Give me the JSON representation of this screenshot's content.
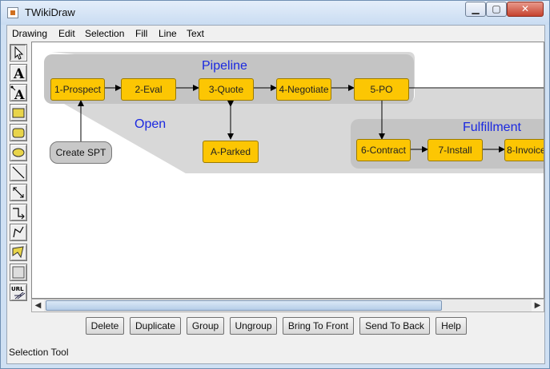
{
  "window": {
    "title": "TWikiDraw",
    "min_symbol": "▁",
    "max_symbol": "▢",
    "close_symbol": "✕"
  },
  "menu": [
    "Drawing",
    "Edit",
    "Selection",
    "Fill",
    "Line",
    "Text"
  ],
  "tools": [
    {
      "name": "selection-tool",
      "icon": "arrow-pointer-icon"
    },
    {
      "name": "text-tool",
      "icon": "text-icon",
      "glyph": "A"
    },
    {
      "name": "connected-text-tool",
      "icon": "connected-text-icon",
      "glyph": "A"
    },
    {
      "name": "rectangle-tool",
      "icon": "rectangle-icon"
    },
    {
      "name": "rounded-rectangle-tool",
      "icon": "rounded-rectangle-icon"
    },
    {
      "name": "ellipse-tool",
      "icon": "ellipse-icon"
    },
    {
      "name": "line-tool",
      "icon": "line-icon"
    },
    {
      "name": "connection-tool",
      "icon": "connection-icon"
    },
    {
      "name": "elbow-connection-tool",
      "icon": "elbow-connection-icon"
    },
    {
      "name": "polyline-tool",
      "icon": "polyline-icon"
    },
    {
      "name": "polygon-tool",
      "icon": "polygon-icon"
    },
    {
      "name": "image-tool",
      "icon": "image-icon"
    },
    {
      "name": "url-tool",
      "icon": "url-icon",
      "glyph": "URL"
    }
  ],
  "diagram": {
    "groups": {
      "pipeline": "Pipeline",
      "open": "Open",
      "fulfillment": "Fulfillment"
    },
    "nodes": {
      "prospect": "1-Prospect",
      "eval": "2-Eval",
      "quote": "3-Quote",
      "negotiate": "4-Negotiate",
      "po": "5-PO",
      "parked": "A-Parked",
      "create_spt": "Create SPT",
      "contract": "6-Contract",
      "install": "7-Install",
      "invoice": "8-Invoice"
    }
  },
  "buttons": {
    "delete": "Delete",
    "duplicate": "Duplicate",
    "group": "Group",
    "ungroup": "Ungroup",
    "bring_to_front": "Bring To Front",
    "send_to_back": "Send To Back",
    "help": "Help"
  },
  "status": "Selection Tool",
  "colors": {
    "node_fill": "#fcc603",
    "group_fill": "#d8d8d8",
    "label_blue": "#1a28e0"
  }
}
